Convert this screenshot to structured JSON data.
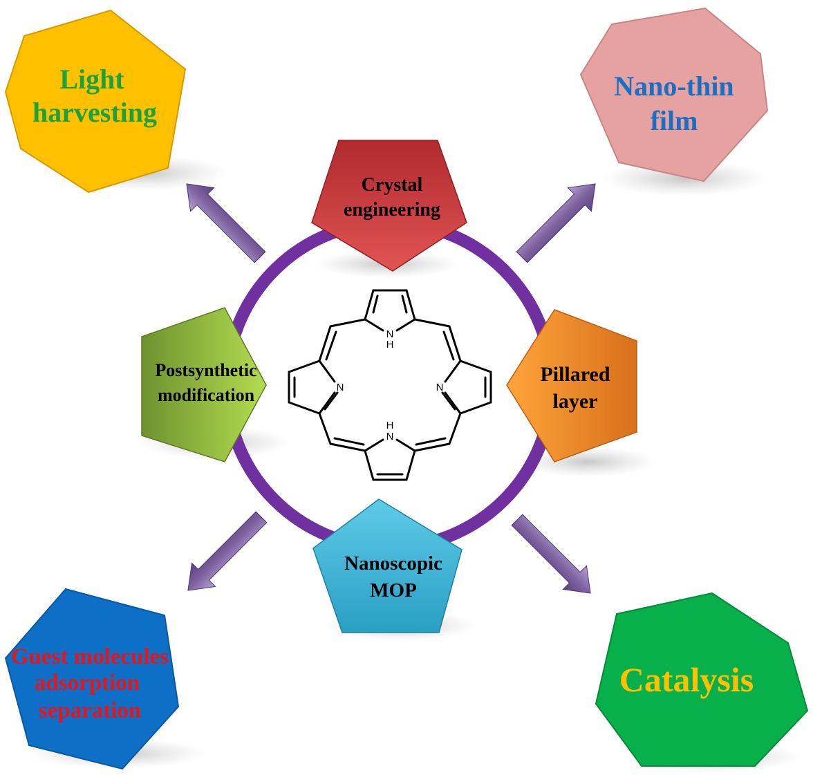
{
  "center_molecule": {
    "atom_labels": {
      "top_h": "H",
      "top_n": "N",
      "left_n": "N",
      "right_n": "N",
      "bottom_h": "H",
      "bottom_n": "N"
    }
  },
  "inner_nodes": {
    "crystal": {
      "lines": [
        "Crystal",
        "engineering"
      ],
      "color": "#c8383b",
      "text_color": "#000000"
    },
    "pillared": {
      "lines": [
        "Pillared",
        "layer"
      ],
      "color": "#f08a24",
      "text_color": "#000000"
    },
    "nanoscopic": {
      "lines": [
        "Nanoscopic",
        "MOP"
      ],
      "color": "#3fb6d9",
      "text_color": "#000000"
    },
    "postsynthetic": {
      "lines": [
        "Postsynthetic",
        "modification"
      ],
      "color": "#8fbf3c",
      "text_color": "#000000"
    }
  },
  "outer_nodes": {
    "light": {
      "lines": [
        "Light",
        "harvesting"
      ],
      "color": "#ffc000",
      "text_color": "#1aa23f"
    },
    "nano_film": {
      "lines": [
        "Nano-thin",
        "film"
      ],
      "color": "#e6a1a1",
      "text_color": "#1a6fc4"
    },
    "guest": {
      "lines": [
        "Guest molecules",
        "adsorption",
        "separation"
      ],
      "color": "#0d6fc5",
      "text_color": "#e8141b"
    },
    "catalysis": {
      "lines": [
        "Catalysis"
      ],
      "color": "#07b04b",
      "text_color": "#ffc000"
    }
  },
  "colors": {
    "ring": "#7030a0",
    "arrow": "#8064a2"
  }
}
